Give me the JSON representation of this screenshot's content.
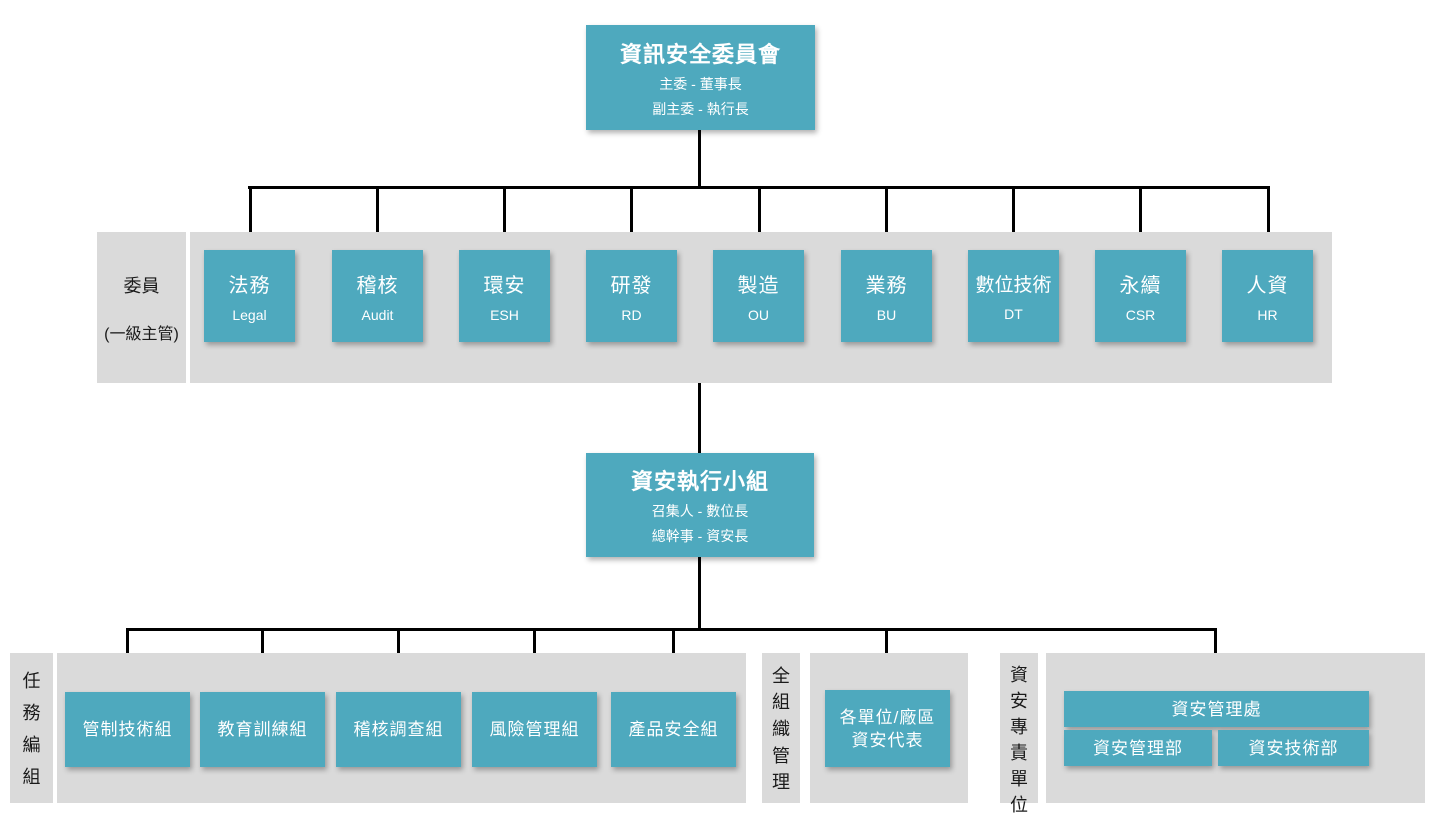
{
  "colors": {
    "box_fill": "#4EA9BE",
    "panel_fill": "#DADADA",
    "line_color": "#000000",
    "box_text": "#FFFFFF",
    "label_text": "#1A1A1A"
  },
  "committee": {
    "title": "資訊安全委員會",
    "subtitle_lines": [
      "主委 - 董事長",
      "副主委 - 執行長"
    ],
    "side_label": {
      "line1": "委員",
      "line2": "(一級主管)"
    },
    "members": [
      {
        "zh": "法務",
        "en": "Legal"
      },
      {
        "zh": "稽核",
        "en": "Audit"
      },
      {
        "zh": "環安",
        "en": "ESH"
      },
      {
        "zh": "研發",
        "en": "RD"
      },
      {
        "zh": "製造",
        "en": "OU"
      },
      {
        "zh": "業務",
        "en": "BU"
      },
      {
        "zh": "數位技術",
        "en": "DT"
      },
      {
        "zh": "永續",
        "en": "CSR"
      },
      {
        "zh": "人資",
        "en": "HR"
      }
    ]
  },
  "execution_team": {
    "title": "資安執行小組",
    "subtitle_lines": [
      "召集人 - 數位長",
      "總幹事 - 資安長"
    ]
  },
  "task_groups": {
    "side_label": "任務編組",
    "items": [
      "管制技術組",
      "教育訓練組",
      "稽核調查組",
      "風險管理組",
      "產品安全組"
    ]
  },
  "org_wide": {
    "side_label": "全組織管理",
    "box_lines": [
      "各單位/廠區",
      "資安代表"
    ]
  },
  "dedicated_unit": {
    "side_label": "資安專責單位",
    "division": "資安管理處",
    "departments": [
      "資安管理部",
      "資安技術部"
    ]
  }
}
